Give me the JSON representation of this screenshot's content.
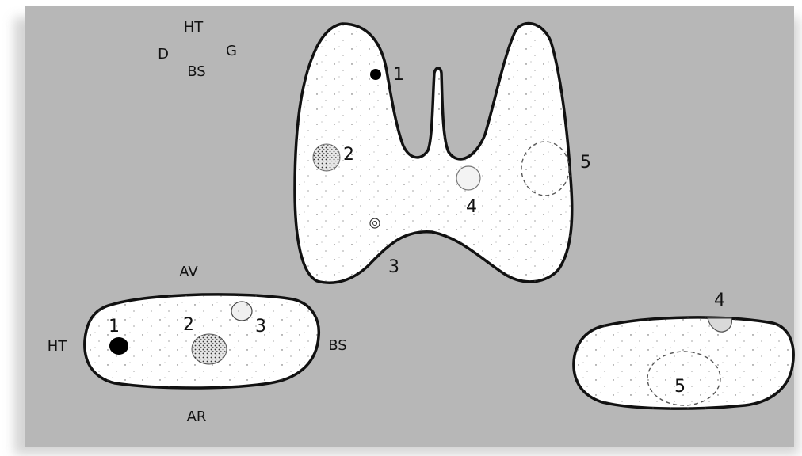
{
  "orientation": {
    "top": "HT",
    "left": "D",
    "right": "G",
    "bottom": "BS"
  },
  "frontal_view": {
    "labels": {
      "n1": "1",
      "n2": "2",
      "n3": "3",
      "n4": "4",
      "n5": "5"
    }
  },
  "left_view": {
    "top": "AV",
    "bottom": "AR",
    "left": "HT",
    "right": "BS",
    "labels": {
      "n1": "1",
      "n2": "2",
      "n3": "3"
    }
  },
  "right_view": {
    "labels": {
      "n4": "4",
      "n5": "5"
    }
  },
  "colors": {
    "panel": "#b7b7b7",
    "organ_fill": "#ffffff",
    "outline": "#111111",
    "nodule_solid": "#000000"
  }
}
